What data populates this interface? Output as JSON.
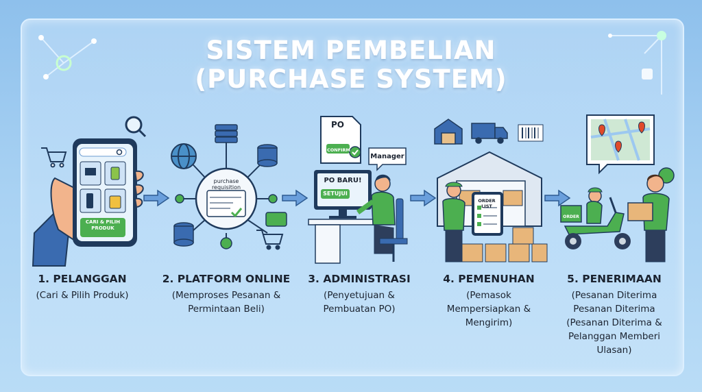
{
  "title": {
    "line1": "SISTEM PEMBELIAN",
    "line2": "(PURCHASE SYSTEM)"
  },
  "colors": {
    "background": "#a9d2f3",
    "accent_green": "#4caf50",
    "outline_dark": "#1f3a5c",
    "arrow_blue": "#5b8fd0"
  },
  "steps": [
    {
      "title": "1. PELANGGAN",
      "description": "(Cari & Pilih Produk)",
      "illustration": {
        "phone_button": "CARI & PILIH PRODUK"
      }
    },
    {
      "title": "2. PLATFORM ONLINE",
      "description": "(Memproses Pesanan & Permintaan Beli)",
      "illustration": {
        "hub_label": "purchase requisition"
      }
    },
    {
      "title": "3. ADMINISTRASI",
      "description": "(Penyetujuan & Pembuatan PO)",
      "illustration": {
        "doc_label": "PO",
        "doc_button": "CONFIRM",
        "bubble_label": "Manager",
        "screen_title": "PO BARU!",
        "screen_button": "SETUJUI"
      }
    },
    {
      "title": "4. PEMENUHAN",
      "description": "(Pemasok Mempersiapkan & Mengirim)",
      "illustration": {
        "tablet_title": "ORDER LIST"
      }
    },
    {
      "title": "5. PENERIMAAN",
      "description": "(Pesanan Diterima Pesanan Diterima (Pesanan Diterima & Pelanggan Memberi Ulasan)",
      "illustration": {
        "box_label": "ORDER"
      }
    }
  ]
}
